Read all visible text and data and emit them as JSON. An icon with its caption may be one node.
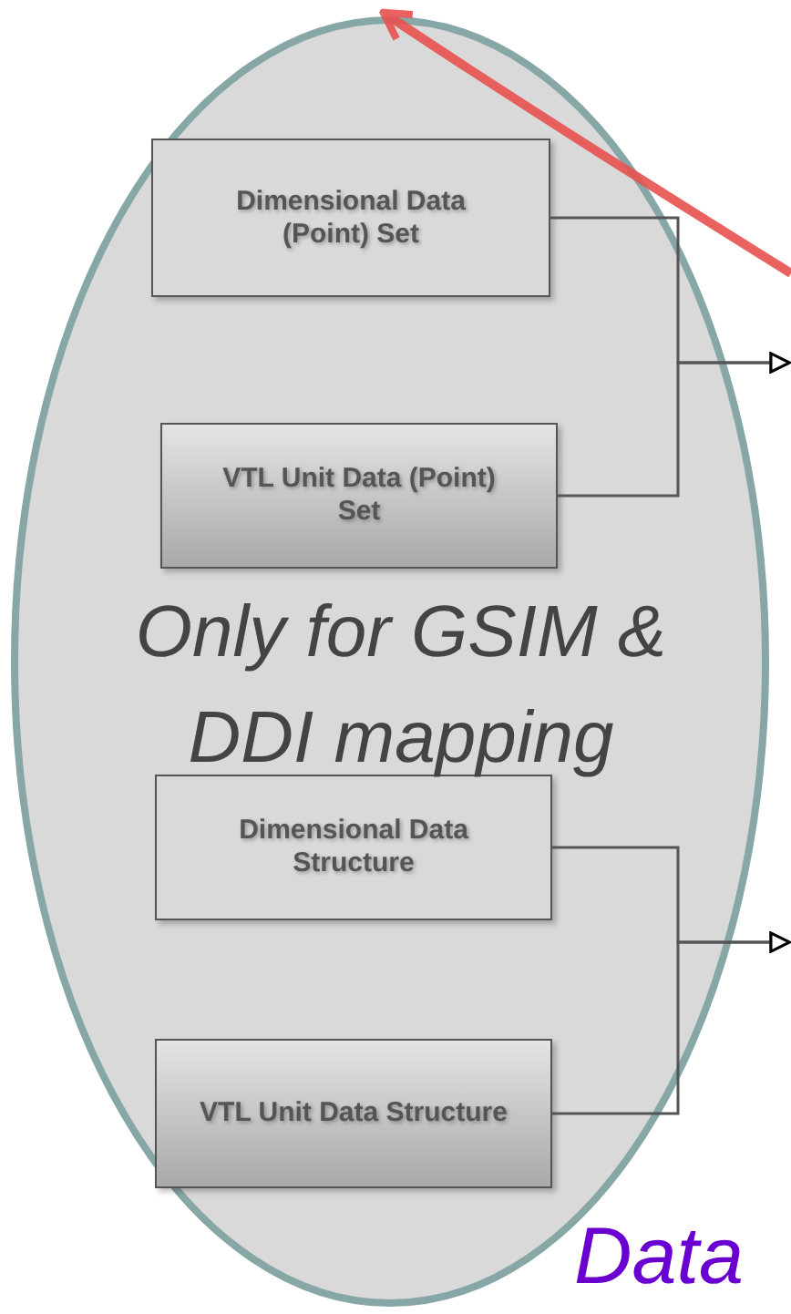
{
  "diagram": {
    "nodes": [
      {
        "text": [
          "Only for GSIM & DDI mapping"
        ]
      },
      {
        "text": [
          "Dimensional Data (Point) Set"
        ],
        "in": 0
      },
      {
        "text": [
          "VTL Unit Data (Point) Set"
        ],
        "in": 0
      },
      {
        "text": [
          "Dimensional Data Structure"
        ],
        "in": 0
      },
      {
        "text": [
          "VTL Unit Data Structure"
        ],
        "in": 0
      }
    ],
    "edges": [
      {
        "from": 1,
        "to": null,
        "arrow": "to"
      },
      {
        "from": 2,
        "to": null,
        "arrow": "to"
      },
      {
        "from": 3,
        "to": null,
        "arrow": "to"
      },
      {
        "from": 4,
        "to": null,
        "arrow": "to"
      }
    ],
    "labels": [
      "Data"
    ]
  }
}
